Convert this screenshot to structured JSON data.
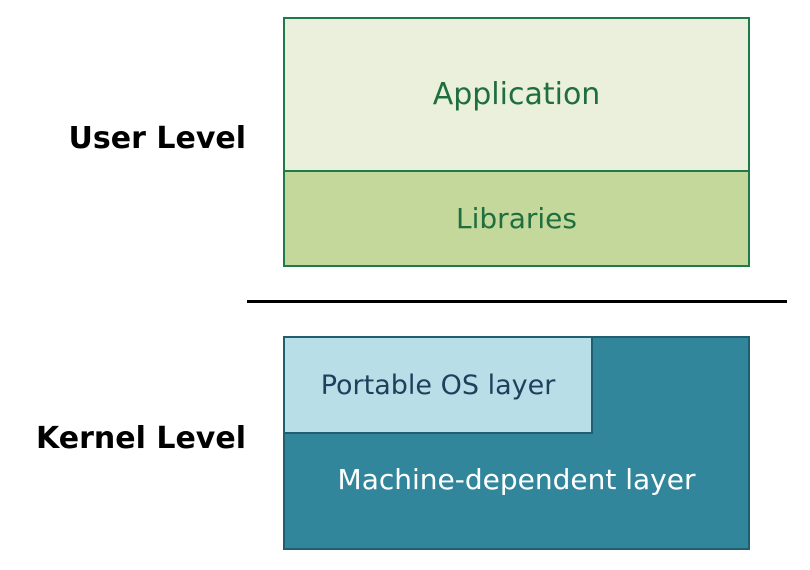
{
  "levels": {
    "user": "User Level",
    "kernel": "Kernel Level"
  },
  "user_layers": {
    "application": "Application",
    "libraries": "Libraries"
  },
  "kernel_layers": {
    "portable": "Portable OS layer",
    "machine": "Machine-dependent layer"
  },
  "colors": {
    "application_fill": "#ebf0dc",
    "libraries_fill": "#c5d89c",
    "user_border": "#1e7a4a",
    "kernel_fill": "#31869b",
    "portable_fill": "#b8dfe8",
    "kernel_border": "#1f5f6f"
  }
}
